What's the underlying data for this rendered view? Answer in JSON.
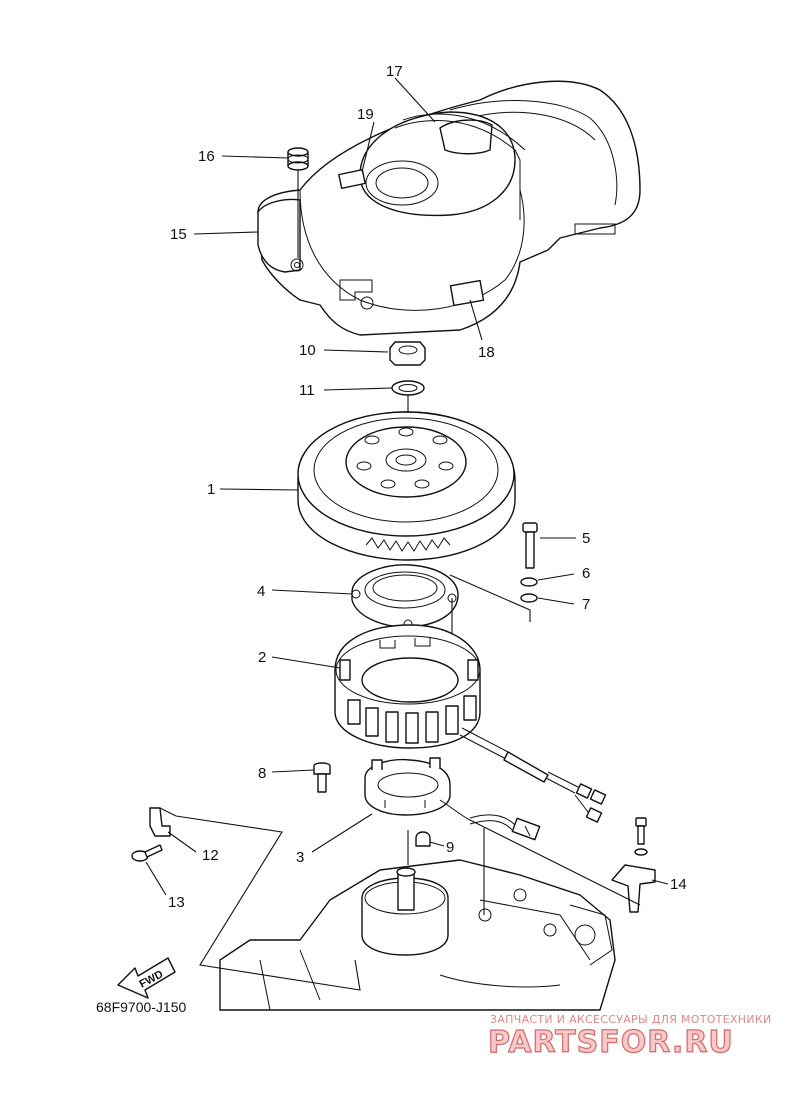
{
  "diagram": {
    "figure_code": "68F9700-J150",
    "fwd_label": "FWD",
    "callouts": [
      {
        "id": "p1",
        "label": "1"
      },
      {
        "id": "p2",
        "label": "2"
      },
      {
        "id": "p3",
        "label": "3"
      },
      {
        "id": "p4",
        "label": "4"
      },
      {
        "id": "p5",
        "label": "5"
      },
      {
        "id": "p6",
        "label": "6"
      },
      {
        "id": "p7",
        "label": "7"
      },
      {
        "id": "p8",
        "label": "8"
      },
      {
        "id": "p9",
        "label": "9"
      },
      {
        "id": "p10",
        "label": "10"
      },
      {
        "id": "p11",
        "label": "11"
      },
      {
        "id": "p12",
        "label": "12"
      },
      {
        "id": "p13",
        "label": "13"
      },
      {
        "id": "p14",
        "label": "14"
      },
      {
        "id": "p15",
        "label": "15"
      },
      {
        "id": "p16",
        "label": "16"
      },
      {
        "id": "p17",
        "label": "17"
      },
      {
        "id": "p18",
        "label": "18"
      },
      {
        "id": "p19",
        "label": "19"
      }
    ]
  },
  "watermark": {
    "tagline": "ЗАПЧАСТИ И АКСЕССУАРЫ ДЛЯ МОТОТЕХНИКИ",
    "brand": "PARTSFOR.RU",
    "color": "#d46a6a"
  }
}
